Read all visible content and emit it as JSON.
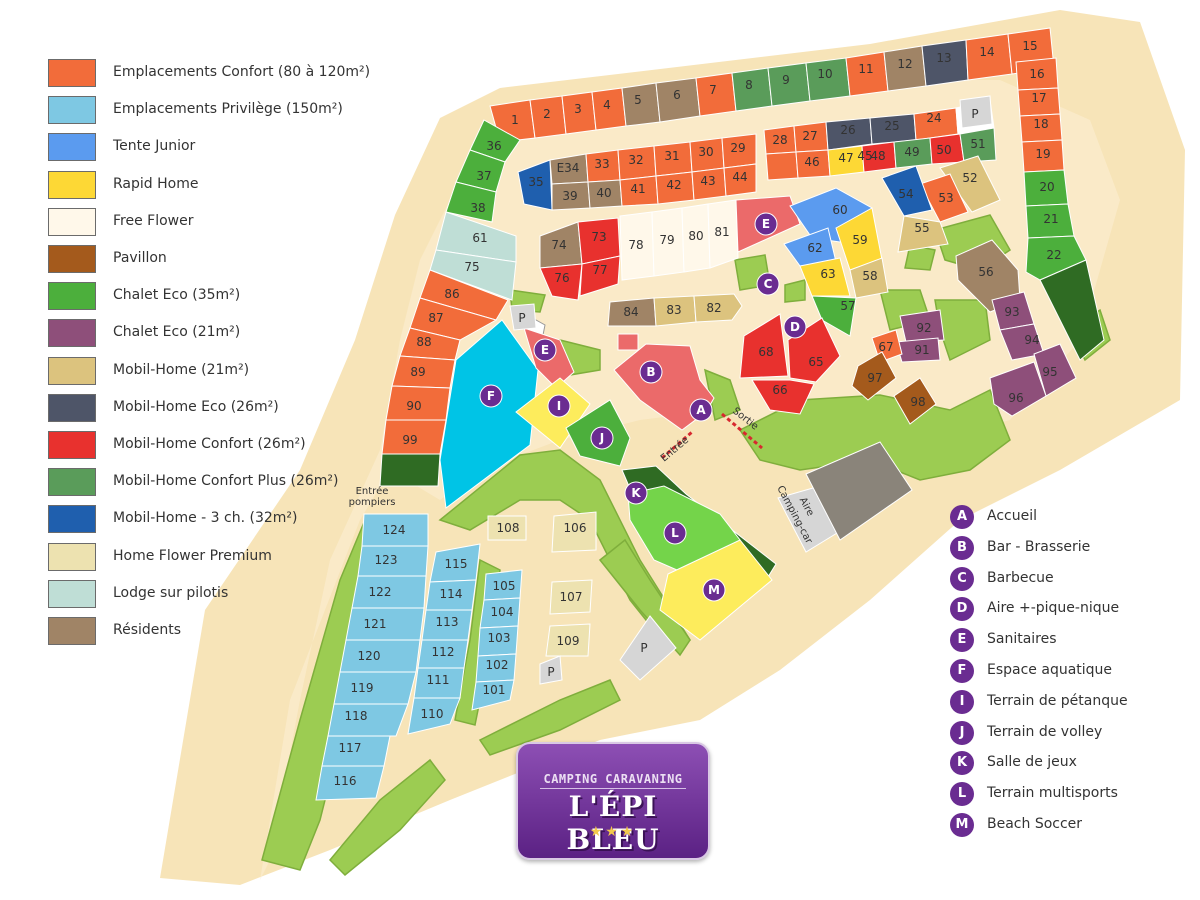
{
  "legend": [
    {
      "label": "Emplacements Confort (80 à 120m²)",
      "color": "#f26c3a"
    },
    {
      "label": "Emplacements Privilège (150m²)",
      "color": "#7ec8e3"
    },
    {
      "label": "Tente Junior",
      "color": "#5b9bef"
    },
    {
      "label": "Rapid Home",
      "color": "#fdd835"
    },
    {
      "label": "Free Flower",
      "color": "#fff8ea"
    },
    {
      "label": "Pavillon",
      "color": "#a45a1c"
    },
    {
      "label": "Chalet Eco (35m²)",
      "color": "#4caf3c"
    },
    {
      "label": "Chalet Eco (21m²)",
      "color": "#8e4f7a"
    },
    {
      "label": "Mobil-Home (21m²)",
      "color": "#dcc37e"
    },
    {
      "label": "Mobil-Home Eco (26m²)",
      "color": "#4e5568"
    },
    {
      "label": "Mobil-Home Confort (26m²)",
      "color": "#e8312e"
    },
    {
      "label": "Mobil-Home Confort Plus (26m²)",
      "color": "#5a9c5a"
    },
    {
      "label": "Mobil-Home - 3 ch. (32m²)",
      "color": "#1f5fae"
    },
    {
      "label": "Home Flower Premium",
      "color": "#ede2b0"
    },
    {
      "label": "Lodge sur pilotis",
      "color": "#bfded6"
    },
    {
      "label": "Résidents",
      "color": "#a08466"
    }
  ],
  "services": [
    {
      "letter": "A",
      "label": "Accueil"
    },
    {
      "letter": "B",
      "label": "Bar - Brasserie"
    },
    {
      "letter": "C",
      "label": "Barbecue"
    },
    {
      "letter": "D",
      "label": "Aire +-pique-nique"
    },
    {
      "letter": "E",
      "label": "Sanitaires"
    },
    {
      "letter": "F",
      "label": "Espace aquatique"
    },
    {
      "letter": "I",
      "label": "Terrain de pétanque"
    },
    {
      "letter": "J",
      "label": "Terrain de volley"
    },
    {
      "letter": "K",
      "label": "Salle de jeux"
    },
    {
      "letter": "L",
      "label": "Terrain multisports"
    },
    {
      "letter": "M",
      "label": "Beach Soccer"
    }
  ],
  "map_labels": {
    "entree_pompiers_1": "Entrée",
    "entree_pompiers_2": "pompiers",
    "entree": "Entrée",
    "sortie": "Sortie",
    "aire_1": "Aire",
    "aire_2": "Camping-car",
    "parking": "P"
  },
  "logo": {
    "line1": "CAMPING CARAVANING",
    "line2": "L'ÉPI BLEU",
    "stars": "★★★"
  },
  "pitches": {
    "top_row": [
      "1",
      "2",
      "3",
      "4",
      "5",
      "6",
      "7",
      "8",
      "9",
      "10",
      "11",
      "12",
      "13",
      "14",
      "15"
    ],
    "right_col": [
      "16",
      "17",
      "18",
      "19",
      "20",
      "21",
      "22"
    ],
    "row_35": [
      "35",
      "E34",
      "33",
      "32",
      "31",
      "30",
      "29"
    ],
    "row_39": [
      "39",
      "40",
      "41",
      "42",
      "43",
      "44"
    ],
    "left_col": [
      "36",
      "37",
      "38",
      "61",
      "75",
      "86",
      "87",
      "88",
      "89",
      "90",
      "99"
    ],
    "ne_block": [
      "28",
      "27",
      "26",
      "25",
      "24",
      "45",
      "46",
      "47",
      "48",
      "49",
      "50",
      "51",
      "52",
      "53",
      "54",
      "55"
    ],
    "flower_row": [
      "74",
      "73",
      "78",
      "79",
      "80",
      "81",
      "76",
      "77"
    ],
    "mid_block": [
      "60",
      "62",
      "59",
      "63",
      "58",
      "57"
    ],
    "row_84": [
      "84",
      "83",
      "82"
    ],
    "d_block": [
      "68",
      "65",
      "66"
    ],
    "east_block": [
      "56",
      "93",
      "94",
      "95",
      "96",
      "92",
      "91",
      "67",
      "97",
      "98"
    ],
    "sw_col": [
      "124",
      "123",
      "122",
      "121",
      "120",
      "119",
      "118",
      "117",
      "116"
    ],
    "s_col_a": [
      "115",
      "114",
      "113",
      "112",
      "111",
      "110"
    ],
    "s_col_b": [
      "105",
      "104",
      "103",
      "102",
      "101"
    ],
    "s_misc": [
      "108",
      "106",
      "107",
      "109"
    ]
  }
}
